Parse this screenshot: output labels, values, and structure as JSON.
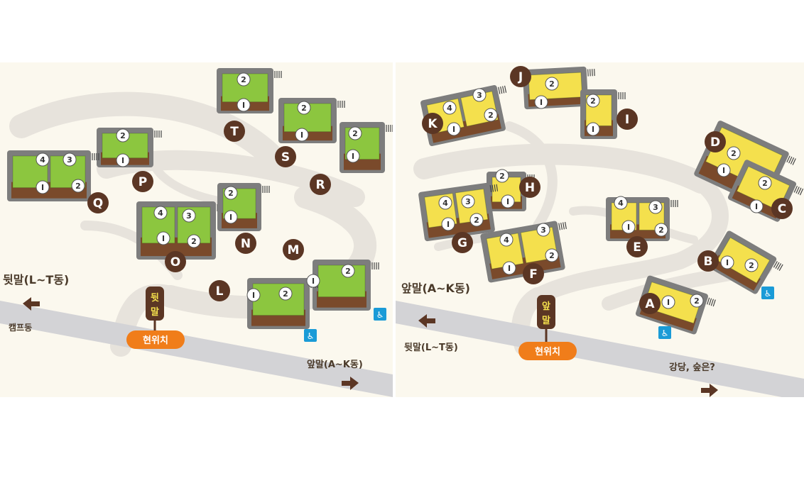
{
  "maps": [
    {
      "id": "back-village",
      "you_are_here": "현위치",
      "village_sign": [
        "뒷",
        "말"
      ],
      "directions": [
        {
          "key": "to-back-village",
          "text": "뒷말(L~T동)"
        },
        {
          "key": "to-campfire",
          "text": "캠프동"
        },
        {
          "key": "to-front-village",
          "text": "앞말(A~K동)"
        }
      ],
      "buildings": [
        {
          "letter": "T",
          "floors": [
            "2",
            "I"
          ]
        },
        {
          "letter": "S",
          "floors": [
            "2",
            "I"
          ]
        },
        {
          "letter": "R",
          "floors": [
            "2",
            "I"
          ]
        },
        {
          "letter": "P",
          "floors": [
            "2",
            "I"
          ]
        },
        {
          "letter": "Q",
          "floors": [
            "4",
            "3",
            "I",
            "2"
          ]
        },
        {
          "letter": "O",
          "floors": [
            "4",
            "3",
            "I",
            "2"
          ]
        },
        {
          "letter": "N",
          "floors": [
            "2",
            "I"
          ]
        },
        {
          "letter": "M",
          "floors": [
            "I",
            "2"
          ]
        },
        {
          "letter": "L",
          "floors": [
            "I",
            "2"
          ]
        }
      ],
      "accessibility_icons": 2
    },
    {
      "id": "front-village",
      "you_are_here": "현위치",
      "village_sign": [
        "앞",
        "말"
      ],
      "directions": [
        {
          "key": "to-front-village",
          "text": "앞말(A~K동)"
        },
        {
          "key": "to-back-village",
          "text": "뒷말(L~T동)"
        },
        {
          "key": "to-hall",
          "text": "강당, 숲은?"
        }
      ],
      "buildings": [
        {
          "letter": "J",
          "floors": [
            "2",
            "I"
          ]
        },
        {
          "letter": "I",
          "floors": [
            "2",
            "I"
          ]
        },
        {
          "letter": "K",
          "floors": [
            "4",
            "3",
            "I",
            "2"
          ]
        },
        {
          "letter": "D",
          "floors": [
            "2",
            "I"
          ]
        },
        {
          "letter": "C",
          "floors": [
            "2",
            "I"
          ]
        },
        {
          "letter": "H",
          "floors": [
            "2",
            "I"
          ]
        },
        {
          "letter": "G",
          "floors": [
            "4",
            "3",
            "I",
            "2"
          ]
        },
        {
          "letter": "F",
          "floors": [
            "4",
            "3",
            "I",
            "2"
          ]
        },
        {
          "letter": "E",
          "floors": [
            "4",
            "3",
            "I",
            "2"
          ]
        },
        {
          "letter": "B",
          "floors": [
            "I",
            "2"
          ]
        },
        {
          "letter": "A",
          "floors": [
            "I",
            "2"
          ]
        }
      ],
      "accessibility_icons": 2
    }
  ],
  "colors": {
    "background": "#fbf8ee",
    "path": "#e7e3dc",
    "road": "#d3d3d6",
    "back_village_roof": "#8cc63f",
    "front_village_roof": "#f4e04d",
    "deck": "#7a4a2b",
    "building_outline": "#7d7d7d",
    "marker": "#5b3624",
    "you_are_here": "#f07d1a",
    "accessibility": "#1a9bd7"
  }
}
